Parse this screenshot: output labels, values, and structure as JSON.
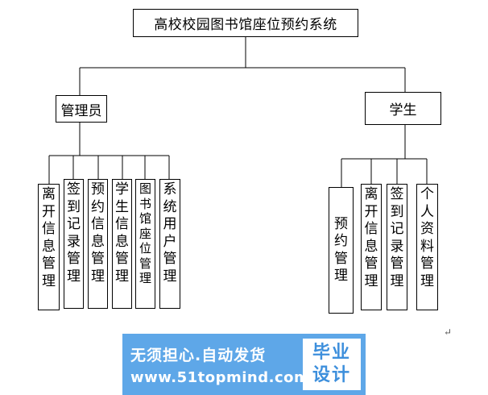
{
  "diagram": {
    "root": "高校校园图书馆座位预约系统",
    "branches": [
      {
        "title": "管理员",
        "children": [
          "离开信息管理",
          "签到记录管理",
          "预约信息管理",
          "学生信息管理",
          "图书馆座位管理",
          "系统用户管理"
        ]
      },
      {
        "title": "学生",
        "children": [
          "预约管理",
          "离开信息管理",
          "签到记录管理",
          "个人资料管理"
        ]
      }
    ],
    "paragraph_mark": "↵"
  },
  "watermark": {
    "slogan": "无须担心.自动发货",
    "url": "www.51topmind.com",
    "badge_line1": "毕业",
    "badge_line2": "设计",
    "colors": {
      "background": "#5ea7e8",
      "badge_text": "#3d8fdc"
    }
  }
}
